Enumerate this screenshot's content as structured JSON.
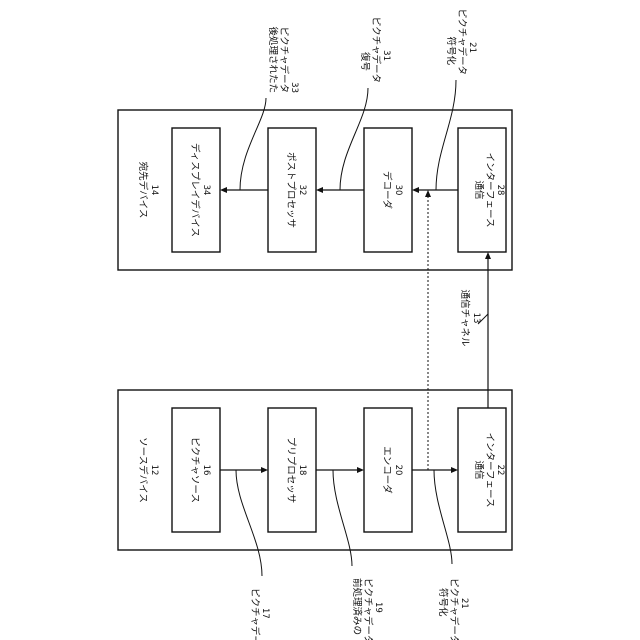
{
  "source_device": {
    "title": "ソースデバイス",
    "number": "12"
  },
  "destination_device": {
    "title": "宛先デバイス",
    "number": "14"
  },
  "blocks": {
    "picture_source": {
      "label": "ピクチャソース",
      "number": "16"
    },
    "preprocessor": {
      "label": "プリプロセッサ",
      "number": "18"
    },
    "encoder": {
      "label": "エンコーダ",
      "number": "20"
    },
    "comm_if_src": {
      "line1": "通信",
      "line2": "インターフェース",
      "number": "22"
    },
    "display_device": {
      "label": "ディスプレイデバイス",
      "number": "34"
    },
    "postprocessor": {
      "label": "ポストプロセッサ",
      "number": "32"
    },
    "decoder": {
      "label": "デコーダ",
      "number": "30"
    },
    "comm_if_dst": {
      "line1": "通信",
      "line2": "インターフェース",
      "number": "28"
    }
  },
  "channel": {
    "label": "通信チャネル",
    "number": "13"
  },
  "data_labels": {
    "picture_data": {
      "line1": "ピクチャデータ",
      "number": "17"
    },
    "preprocessed": {
      "line1": "前処理済みの",
      "line2": "ピクチャデータ",
      "number": "19"
    },
    "encoded_src": {
      "line1": "符号化",
      "line2": "ピクチャデータ",
      "number": "21"
    },
    "encoded_dst": {
      "line1": "符号化",
      "line2": "ピクチャデータ",
      "number": "21"
    },
    "decoded": {
      "line1": "復号",
      "line2": "ピクチャデータ",
      "number": "31"
    },
    "postprocessed": {
      "line1": "後処理されたた",
      "line2": "ピクチャデータ",
      "number": "33"
    }
  }
}
